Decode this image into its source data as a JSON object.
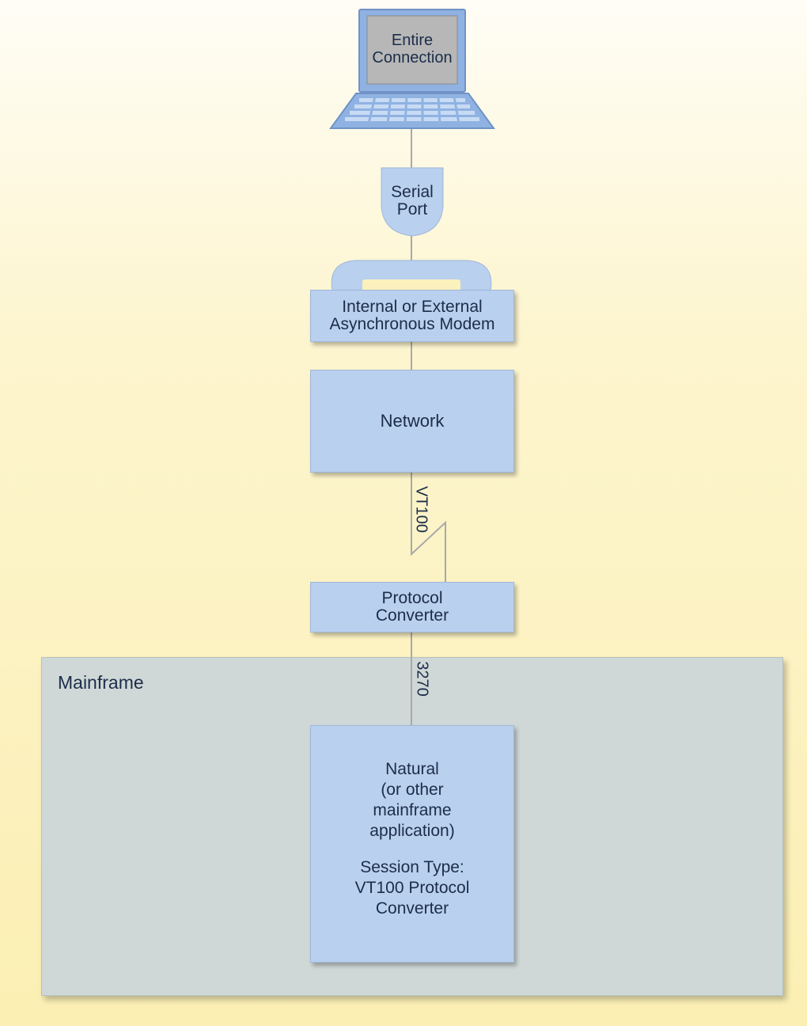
{
  "diagram": {
    "laptop": {
      "label": "Entire\nConnection"
    },
    "serial_port": {
      "label": "Serial\nPort"
    },
    "modem": {
      "label": "Internal or External\nAsynchronous Modem"
    },
    "network": {
      "label": "Network"
    },
    "link_vt100": {
      "label": "VT100"
    },
    "protocol_converter": {
      "label": "Protocol\nConverter"
    },
    "link_3270": {
      "label": "3270"
    },
    "mainframe": {
      "label": "Mainframe",
      "application": {
        "label": "Natural\n(or other\nmainframe\napplication)",
        "session": "Session Type:\nVT100 Protocol\nConverter"
      }
    }
  },
  "colors": {
    "box_fill": "#b9d0ee",
    "mainframe_fill": "#cfd8d6",
    "line": "#a9a9a9",
    "text": "#1c2d4a"
  }
}
